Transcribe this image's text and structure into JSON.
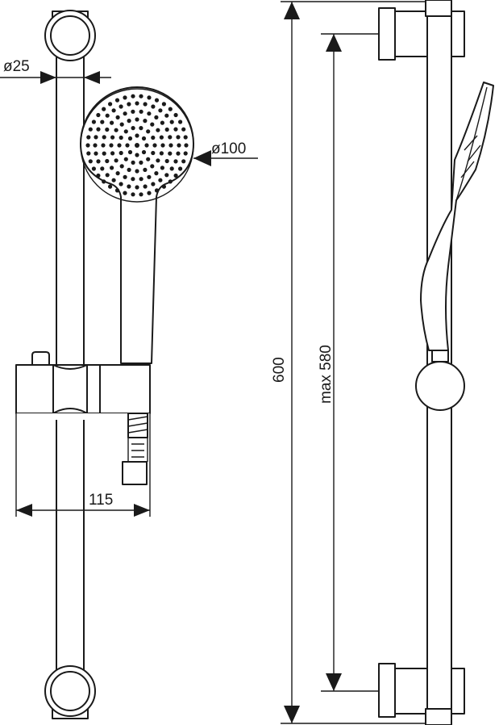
{
  "dimensions": {
    "rail_diameter": "ø25",
    "head_diameter": "ø100",
    "slider_width": "115",
    "total_height": "600",
    "max_adjust": "max 580"
  },
  "colors": {
    "line": "#1a1a1a",
    "background": "#ffffff"
  }
}
